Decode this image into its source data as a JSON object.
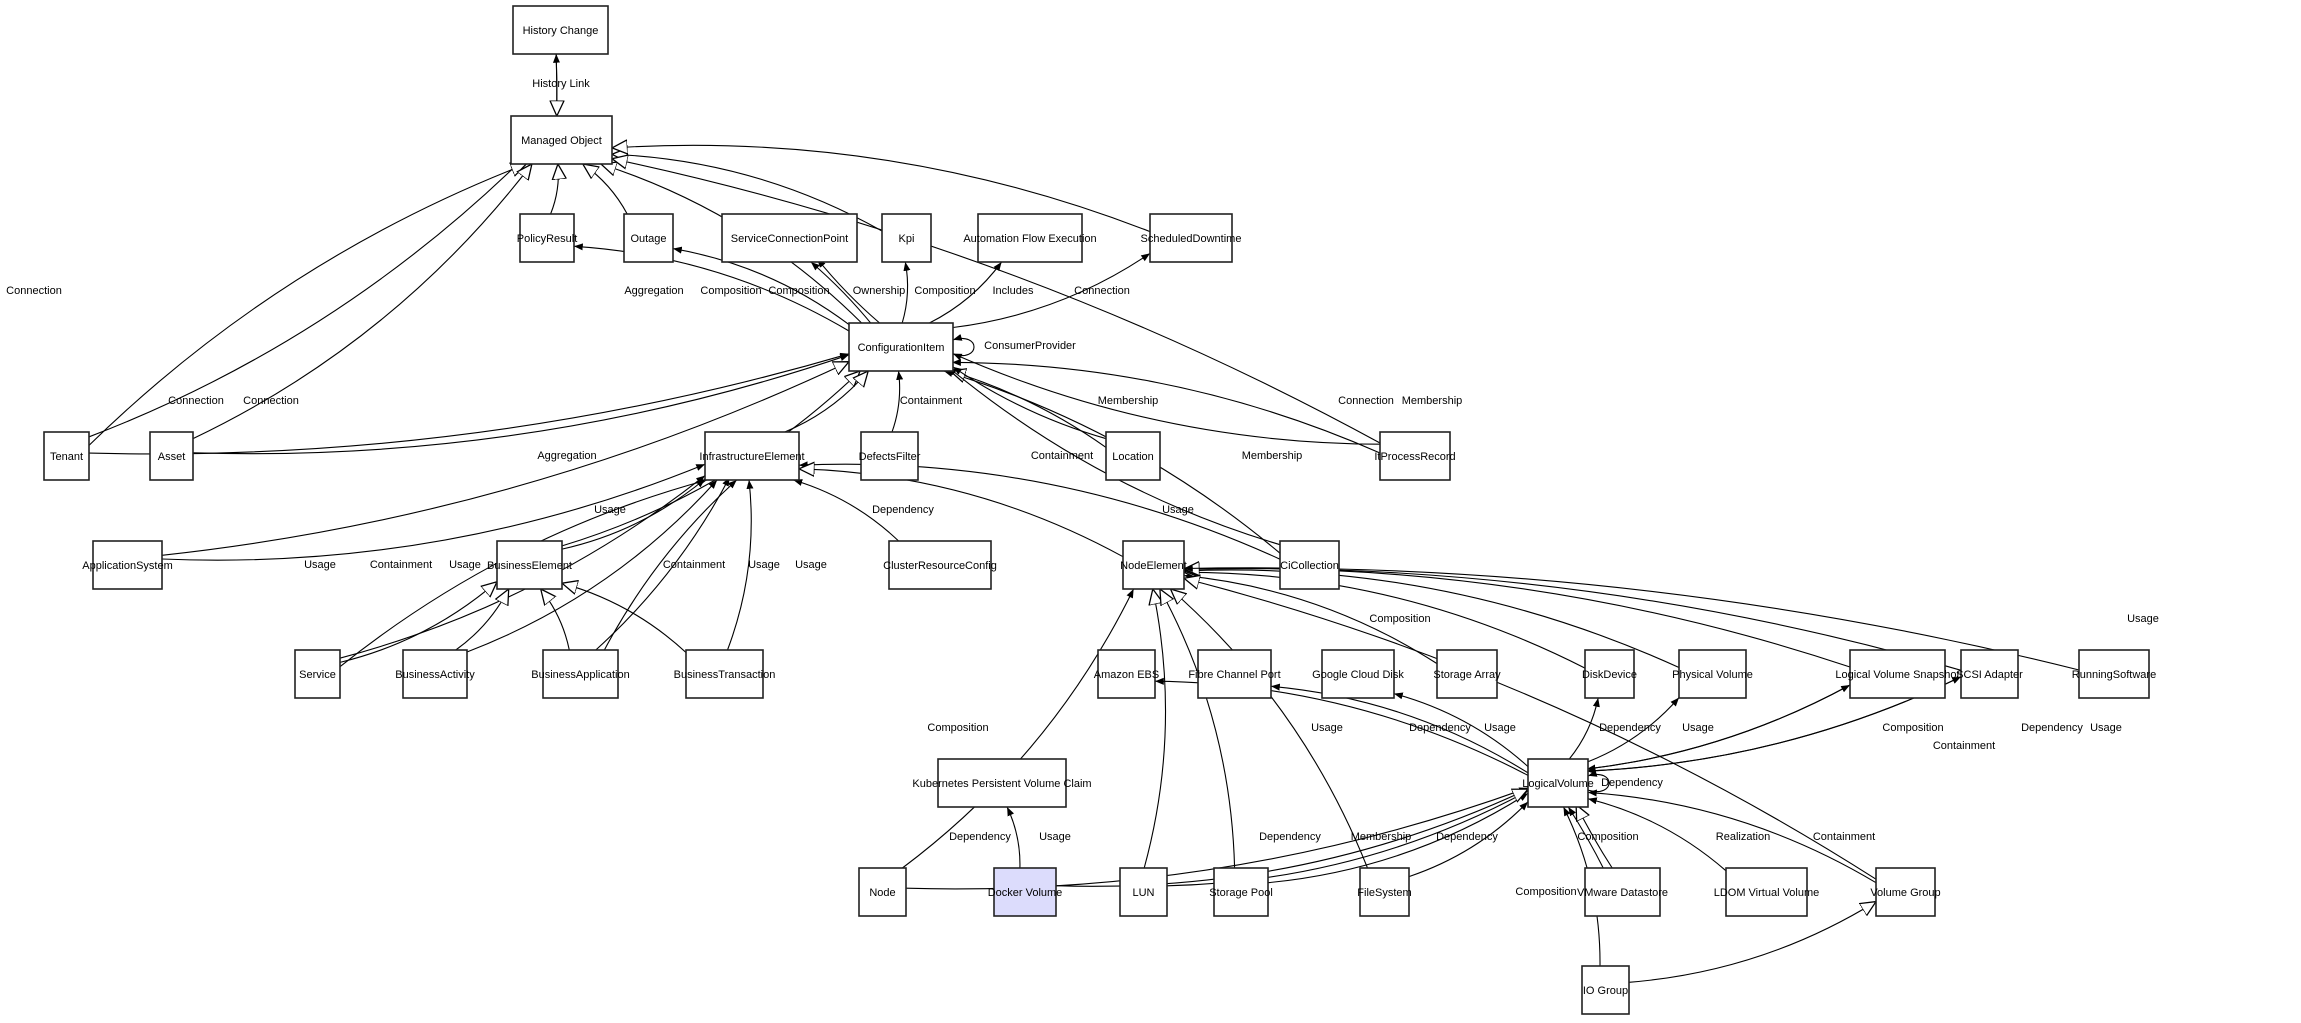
{
  "diagram": {
    "highlight_fill": "#dcdcfc",
    "nodes": [
      {
        "id": "history_change",
        "label": "History Change"
      },
      {
        "id": "managed_object",
        "label": "Managed Object"
      },
      {
        "id": "policy_result",
        "label": "PolicyResult"
      },
      {
        "id": "outage",
        "label": "Outage"
      },
      {
        "id": "service_connection_point",
        "label": "ServiceConnectionPoint"
      },
      {
        "id": "kpi",
        "label": "Kpi"
      },
      {
        "id": "automation_flow_execution",
        "label": "Automation Flow Execution"
      },
      {
        "id": "scheduled_downtime",
        "label": "ScheduledDowntime"
      },
      {
        "id": "configuration_item",
        "label": "ConfigurationItem"
      },
      {
        "id": "tenant",
        "label": "Tenant"
      },
      {
        "id": "asset",
        "label": "Asset"
      },
      {
        "id": "infrastructure_element",
        "label": "InfrastructureElement"
      },
      {
        "id": "defects_filter",
        "label": "DefectsFilter"
      },
      {
        "id": "location",
        "label": "Location"
      },
      {
        "id": "it_process_record",
        "label": "ItProcessRecord"
      },
      {
        "id": "application_system",
        "label": "ApplicationSystem"
      },
      {
        "id": "business_element",
        "label": "BusinessElement"
      },
      {
        "id": "cluster_resource_config",
        "label": "ClusterResourceConfig"
      },
      {
        "id": "node_element",
        "label": "NodeElement"
      },
      {
        "id": "ci_collection",
        "label": "CiCollection"
      },
      {
        "id": "service",
        "label": "Service"
      },
      {
        "id": "business_activity",
        "label": "BusinessActivity"
      },
      {
        "id": "business_application",
        "label": "BusinessApplication"
      },
      {
        "id": "business_transaction",
        "label": "BusinessTransaction"
      },
      {
        "id": "amazon_ebs",
        "label": "Amazon EBS"
      },
      {
        "id": "fibre_channel_port",
        "label": "Fibre Channel Port"
      },
      {
        "id": "google_cloud_disk",
        "label": "Google Cloud Disk"
      },
      {
        "id": "storage_array",
        "label": "Storage Array"
      },
      {
        "id": "disk_device",
        "label": "DiskDevice"
      },
      {
        "id": "physical_volume",
        "label": "Physical Volume"
      },
      {
        "id": "logical_volume_snapshot",
        "label": "Logical Volume Snapshot"
      },
      {
        "id": "scsi_adapter",
        "label": "SCSI Adapter"
      },
      {
        "id": "running_software",
        "label": "RunningSoftware"
      },
      {
        "id": "k8s_pvc",
        "label": "Kubernetes Persistent Volume Claim"
      },
      {
        "id": "logical_volume",
        "label": "LogicalVolume"
      },
      {
        "id": "node",
        "label": "Node"
      },
      {
        "id": "docker_volume",
        "label": "Docker Volume",
        "highlight": true
      },
      {
        "id": "lun",
        "label": "LUN"
      },
      {
        "id": "storage_pool",
        "label": "Storage Pool"
      },
      {
        "id": "file_system",
        "label": "FileSystem"
      },
      {
        "id": "vmware_datastore",
        "label": "VMware Datastore"
      },
      {
        "id": "ldom_virtual_volume",
        "label": "LDOM Virtual Volume"
      },
      {
        "id": "volume_group",
        "label": "Volume Group"
      },
      {
        "id": "io_group",
        "label": "IO Group"
      }
    ],
    "edges": [
      {
        "from": "managed_object",
        "to": "history_change",
        "type": "assoc",
        "label": "History Link"
      },
      {
        "from": "history_change",
        "to": "managed_object",
        "type": "inherit",
        "label": ""
      },
      {
        "from": "tenant",
        "to": "managed_object",
        "type": "assoc",
        "label": "Connection"
      },
      {
        "from": "tenant",
        "to": "managed_object",
        "type": "inherit",
        "label": ""
      },
      {
        "from": "asset",
        "to": "managed_object",
        "type": "inherit",
        "label": ""
      },
      {
        "from": "configuration_item",
        "to": "managed_object",
        "type": "inherit",
        "label": ""
      },
      {
        "from": "policy_result",
        "to": "managed_object",
        "type": "inherit",
        "label": ""
      },
      {
        "from": "outage",
        "to": "managed_object",
        "type": "inherit",
        "label": ""
      },
      {
        "from": "kpi",
        "to": "managed_object",
        "type": "inherit",
        "label": ""
      },
      {
        "from": "scheduled_downtime",
        "to": "managed_object",
        "type": "inherit",
        "label": ""
      },
      {
        "from": "it_process_record",
        "to": "managed_object",
        "type": "inherit",
        "label": ""
      },
      {
        "from": "configuration_item",
        "to": "policy_result",
        "type": "assoc",
        "label": "Aggregation"
      },
      {
        "from": "configuration_item",
        "to": "outage",
        "type": "assoc",
        "label": "Composition"
      },
      {
        "from": "configuration_item",
        "to": "service_connection_point",
        "type": "assoc",
        "label": "Composition"
      },
      {
        "from": "configuration_item",
        "to": "service_connection_point",
        "type": "assoc",
        "label": "Ownership"
      },
      {
        "from": "configuration_item",
        "to": "kpi",
        "type": "assoc",
        "label": "Composition"
      },
      {
        "from": "configuration_item",
        "to": "automation_flow_execution",
        "type": "assoc",
        "label": "Includes"
      },
      {
        "from": "configuration_item",
        "to": "scheduled_downtime",
        "type": "assoc",
        "label": "Connection"
      },
      {
        "from": "configuration_item",
        "to": "configuration_item",
        "type": "self",
        "label": "ConsumerProvider"
      },
      {
        "from": "tenant",
        "to": "configuration_item",
        "type": "assoc",
        "label": "Connection"
      },
      {
        "from": "asset",
        "to": "configuration_item",
        "type": "assoc",
        "label": "Connection"
      },
      {
        "from": "application_system",
        "to": "configuration_item",
        "type": "inherit",
        "label": ""
      },
      {
        "from": "business_element",
        "to": "configuration_item",
        "type": "inherit",
        "label": ""
      },
      {
        "from": "infrastructure_element",
        "to": "configuration_item",
        "type": "inherit",
        "label": ""
      },
      {
        "from": "defects_filter",
        "to": "configuration_item",
        "type": "assoc",
        "label": "Containment"
      },
      {
        "from": "ci_collection",
        "to": "configuration_item",
        "type": "assoc",
        "label": "Containment"
      },
      {
        "from": "location",
        "to": "configuration_item",
        "type": "inherit",
        "label": ""
      },
      {
        "from": "location",
        "to": "configuration_item",
        "type": "assoc",
        "label": "Membership"
      },
      {
        "from": "ci_collection",
        "to": "configuration_item",
        "type": "assoc",
        "label": "Membership"
      },
      {
        "from": "it_process_record",
        "to": "configuration_item",
        "type": "assoc",
        "label": "Connection"
      },
      {
        "from": "it_process_record",
        "to": "configuration_item",
        "type": "assoc",
        "label": "Membership"
      },
      {
        "from": "application_system",
        "to": "infrastructure_element",
        "type": "assoc",
        "label": "Aggregation"
      },
      {
        "from": "business_element",
        "to": "infrastructure_element",
        "type": "assoc",
        "label": "Usage"
      },
      {
        "from": "service",
        "to": "infrastructure_element",
        "type": "assoc",
        "label": "Usage"
      },
      {
        "from": "service",
        "to": "infrastructure_element",
        "type": "assoc",
        "label": "Containment"
      },
      {
        "from": "business_activity",
        "to": "infrastructure_element",
        "type": "assoc",
        "label": "Usage"
      },
      {
        "from": "business_application",
        "to": "infrastructure_element",
        "type": "assoc",
        "label": "Containment"
      },
      {
        "from": "business_application",
        "to": "infrastructure_element",
        "type": "assoc",
        "label": "Usage"
      },
      {
        "from": "business_transaction",
        "to": "infrastructure_element",
        "type": "assoc",
        "label": "Usage"
      },
      {
        "from": "cluster_resource_config",
        "to": "infrastructure_element",
        "type": "assoc",
        "label": "Dependency"
      },
      {
        "from": "ci_collection",
        "to": "infrastructure_element",
        "type": "assoc",
        "label": "Usage"
      },
      {
        "from": "node_element",
        "to": "infrastructure_element",
        "type": "inherit",
        "label": ""
      },
      {
        "from": "service",
        "to": "business_element",
        "type": "inherit",
        "label": ""
      },
      {
        "from": "business_activity",
        "to": "business_element",
        "type": "inherit",
        "label": ""
      },
      {
        "from": "business_application",
        "to": "business_element",
        "type": "inherit",
        "label": ""
      },
      {
        "from": "business_transaction",
        "to": "business_element",
        "type": "inherit",
        "label": ""
      },
      {
        "from": "storage_array",
        "to": "node_element",
        "type": "assoc",
        "label": "Composition"
      },
      {
        "from": "disk_device",
        "to": "node_element",
        "type": "inherit",
        "label": ""
      },
      {
        "from": "physical_volume",
        "to": "node_element",
        "type": "inherit",
        "label": ""
      },
      {
        "from": "logical_volume_snapshot",
        "to": "node_element",
        "type": "inherit",
        "label": ""
      },
      {
        "from": "scsi_adapter",
        "to": "node_element",
        "type": "inherit",
        "label": ""
      },
      {
        "from": "running_software",
        "to": "node_element",
        "type": "assoc",
        "label": "Usage"
      },
      {
        "from": "node",
        "to": "node_element",
        "type": "assoc",
        "label": "Composition"
      },
      {
        "from": "logical_volume",
        "to": "amazon_ebs",
        "type": "assoc",
        "label": "Usage"
      },
      {
        "from": "logical_volume",
        "to": "fibre_channel_port",
        "type": "assoc",
        "label": "Dependency"
      },
      {
        "from": "logical_volume",
        "to": "google_cloud_disk",
        "type": "assoc",
        "label": "Usage"
      },
      {
        "from": "logical_volume",
        "to": "disk_device",
        "type": "assoc",
        "label": "Dependency"
      },
      {
        "from": "logical_volume",
        "to": "physical_volume",
        "type": "assoc",
        "label": "Usage"
      },
      {
        "from": "logical_volume",
        "to": "logical_volume_snapshot",
        "type": "assoc",
        "label": "Composition"
      },
      {
        "from": "logical_volume_snapshot",
        "to": "logical_volume",
        "type": "assoc",
        "label": "Containment"
      },
      {
        "from": "logical_volume",
        "to": "scsi_adapter",
        "type": "assoc",
        "label": "Dependency"
      },
      {
        "from": "scsi_adapter",
        "to": "logical_volume",
        "type": "assoc",
        "label": "Usage"
      },
      {
        "from": "logical_volume",
        "to": "logical_volume",
        "type": "self",
        "label": "Dependency"
      },
      {
        "from": "docker_volume",
        "to": "k8s_pvc",
        "type": "assoc",
        "label": "Usage"
      },
      {
        "from": "node",
        "to": "logical_volume",
        "type": "assoc",
        "label": "Dependency"
      },
      {
        "from": "lun",
        "to": "logical_volume",
        "type": "assoc",
        "label": "Dependency"
      },
      {
        "from": "storage_pool",
        "to": "logical_volume",
        "type": "assoc",
        "label": "Membership"
      },
      {
        "from": "file_system",
        "to": "logical_volume",
        "type": "assoc",
        "label": "Dependency"
      },
      {
        "from": "docker_volume",
        "to": "logical_volume",
        "type": "inherit",
        "label": ""
      },
      {
        "from": "vmware_datastore",
        "to": "logical_volume",
        "type": "assoc",
        "label": "Composition"
      },
      {
        "from": "vmware_datastore",
        "to": "logical_volume",
        "type": "inherit",
        "label": ""
      },
      {
        "from": "ldom_virtual_volume",
        "to": "logical_volume",
        "type": "assoc",
        "label": "Realization"
      },
      {
        "from": "volume_group",
        "to": "logical_volume",
        "type": "assoc",
        "label": "Containment"
      },
      {
        "from": "io_group",
        "to": "logical_volume",
        "type": "assoc",
        "label": "Composition"
      },
      {
        "from": "io_group",
        "to": "volume_group",
        "type": "inherit",
        "label": ""
      },
      {
        "from": "lun",
        "to": "node_element",
        "type": "inherit",
        "label": ""
      },
      {
        "from": "storage_pool",
        "to": "node_element",
        "type": "inherit",
        "label": ""
      },
      {
        "from": "file_system",
        "to": "node_element",
        "type": "inherit",
        "label": ""
      },
      {
        "from": "volume_group",
        "to": "node_element",
        "type": "inherit",
        "label": ""
      }
    ]
  }
}
